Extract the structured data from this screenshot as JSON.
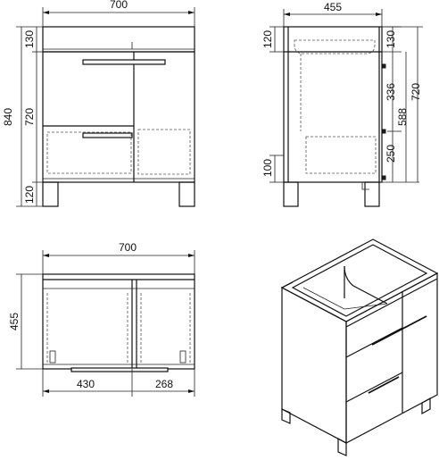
{
  "views": {
    "front": {
      "width": "700",
      "height_total": "840",
      "height_body": "720",
      "height_top": "130",
      "height_legs": "120"
    },
    "side": {
      "depth": "455",
      "top_left": "120",
      "top_right": "130",
      "inner_upper": "336",
      "inner_total": "588",
      "height_body": "720",
      "inner_lower": "250",
      "leg_left": "100"
    },
    "top": {
      "width": "700",
      "depth": "455",
      "left_part": "430",
      "right_part": "268"
    }
  }
}
